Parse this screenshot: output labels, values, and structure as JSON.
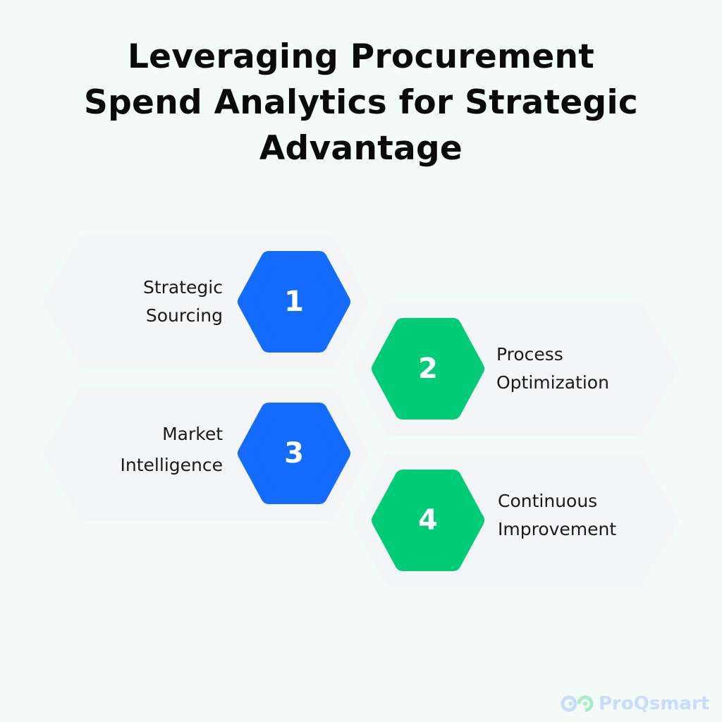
{
  "title": {
    "line1": "Leveraging Procurement",
    "line2": "Spend Analytics for Strategic",
    "line3": "Advantage"
  },
  "steps": [
    {
      "number": "1",
      "line1": "Strategic",
      "line2": "Sourcing",
      "color": "#136bff"
    },
    {
      "number": "2",
      "line1": "Process",
      "line2": "Optimization",
      "color": "#00cc78"
    },
    {
      "number": "3",
      "line1": "Market",
      "line2": "Intelligence",
      "color": "#136bff"
    },
    {
      "number": "4",
      "line1": "Continuous",
      "line2": "Improvement",
      "color": "#00cc78"
    }
  ],
  "logo": {
    "text": "ProQsmart"
  }
}
